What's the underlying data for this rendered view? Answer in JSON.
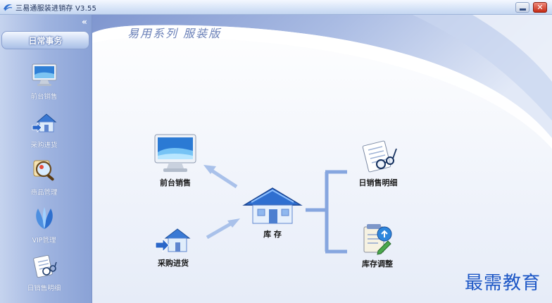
{
  "window": {
    "title": "三易通服装进销存 V3.55",
    "minimize_icon": "minimize-icon",
    "close_icon": "close-icon"
  },
  "sidebar": {
    "collapse_glyph": "«",
    "section_title": "日常事务",
    "items": [
      {
        "label": "前台销售",
        "icon": "monitor-icon"
      },
      {
        "label": "采购进货",
        "icon": "house-arrow-icon"
      },
      {
        "label": "商品管理",
        "icon": "magnifier-icon"
      },
      {
        "label": "VIP管理",
        "icon": "vip-leaf-icon"
      },
      {
        "label": "日销售明细",
        "icon": "document-glasses-icon"
      }
    ]
  },
  "main": {
    "subtitle": "易用系列 服装版",
    "flow": {
      "front_sales": "前台销售",
      "purchase": "采购进货",
      "inventory": "库 存",
      "daily_sales_detail": "日销售明细",
      "inventory_adjust": "库存调整"
    },
    "watermark": "最需教育"
  },
  "colors": {
    "sidebar_blue": "#9fb4e0",
    "accent_blue": "#5f86cf",
    "watermark_blue": "#1d57c6"
  }
}
